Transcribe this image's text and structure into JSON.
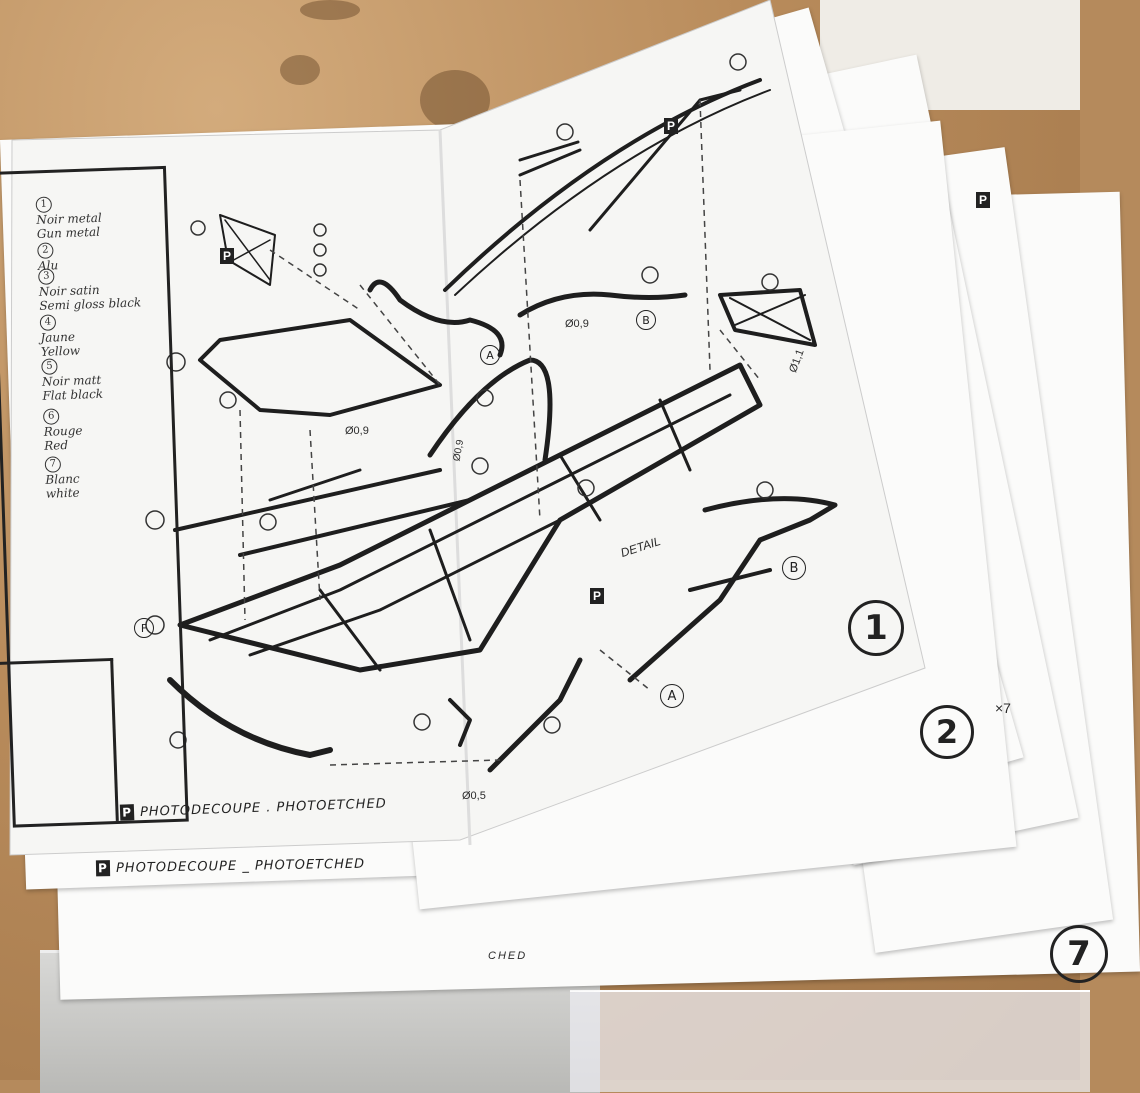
{
  "legend": [
    {
      "num": "1",
      "text": "Noir metal\nGun metal"
    },
    {
      "num": "2",
      "text": "Alu"
    },
    {
      "num": "3",
      "text": "Noir satin\nSemi gloss black"
    },
    {
      "num": "4",
      "text": "Jaune\nYellow"
    },
    {
      "num": "5",
      "text": "Noir matt\nFlat black"
    },
    {
      "num": "6",
      "text": "Rouge\nRed"
    },
    {
      "num": "7",
      "text": "Blanc\nwhite"
    }
  ],
  "labels": {
    "photoetched_front": "PHOTODECOUPE . PHOTOETCHED",
    "photoetched_back": "PHOTODECOUPE _ PHOTOETCHED",
    "photoetched_cut": "CHED",
    "p_mark": "P",
    "detail": "DETAIL",
    "dim_d09_a": "Ø0,9",
    "dim_d09_b": "Ø0,9",
    "dim_d11": "Ø1,1",
    "dim_d05": "Ø0,5",
    "dim_d09_c": "Ø0,9",
    "letter_a": "A",
    "letter_a2": "A",
    "letter_b": "B",
    "letter_b2": "B",
    "letter_f": "F",
    "times7": "×7"
  },
  "steps": {
    "step1": "1",
    "step2": "2",
    "step7": "7"
  }
}
